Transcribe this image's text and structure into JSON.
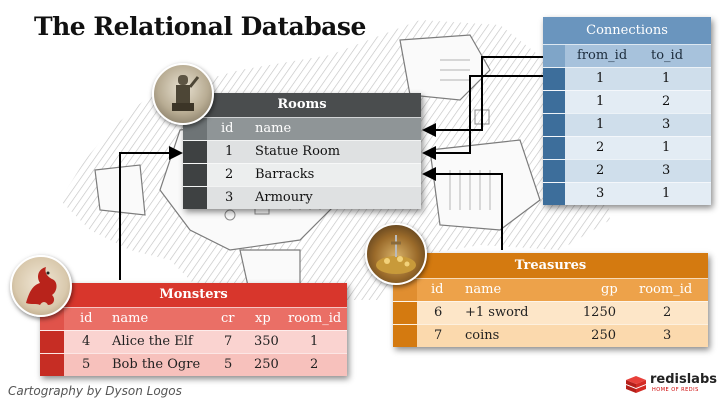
{
  "title": "The Relational Database",
  "credit": "Cartography by Dyson Logos",
  "logo": {
    "name": "redislabs",
    "tagline": "HOME OF REDIS"
  },
  "rooms": {
    "name": "Rooms",
    "columns": [
      "id",
      "name"
    ],
    "rows": [
      {
        "id": "1",
        "name": "Statue Room"
      },
      {
        "id": "2",
        "name": "Barracks"
      },
      {
        "id": "3",
        "name": "Armoury"
      }
    ]
  },
  "connections": {
    "name": "Connections",
    "columns": [
      "from_id",
      "to_id"
    ],
    "rows": [
      {
        "from_id": "1",
        "to_id": "1"
      },
      {
        "from_id": "1",
        "to_id": "2"
      },
      {
        "from_id": "1",
        "to_id": "3"
      },
      {
        "from_id": "2",
        "to_id": "1"
      },
      {
        "from_id": "2",
        "to_id": "3"
      },
      {
        "from_id": "3",
        "to_id": "1"
      }
    ]
  },
  "treasures": {
    "name": "Treasures",
    "columns": [
      "id",
      "name",
      "gp",
      "room_id"
    ],
    "rows": [
      {
        "id": "6",
        "name": "+1 sword",
        "gp": "1250",
        "room_id": "2"
      },
      {
        "id": "7",
        "name": "coins",
        "gp": "250",
        "room_id": "3"
      }
    ]
  },
  "monsters": {
    "name": "Monsters",
    "columns": [
      "id",
      "name",
      "cr",
      "xp",
      "room_id"
    ],
    "rows": [
      {
        "id": "4",
        "name": "Alice the Elf",
        "cr": "7",
        "xp": "350",
        "room_id": "1"
      },
      {
        "id": "5",
        "name": "Bob the Ogre",
        "cr": "5",
        "xp": "250",
        "room_id": "2"
      }
    ]
  }
}
